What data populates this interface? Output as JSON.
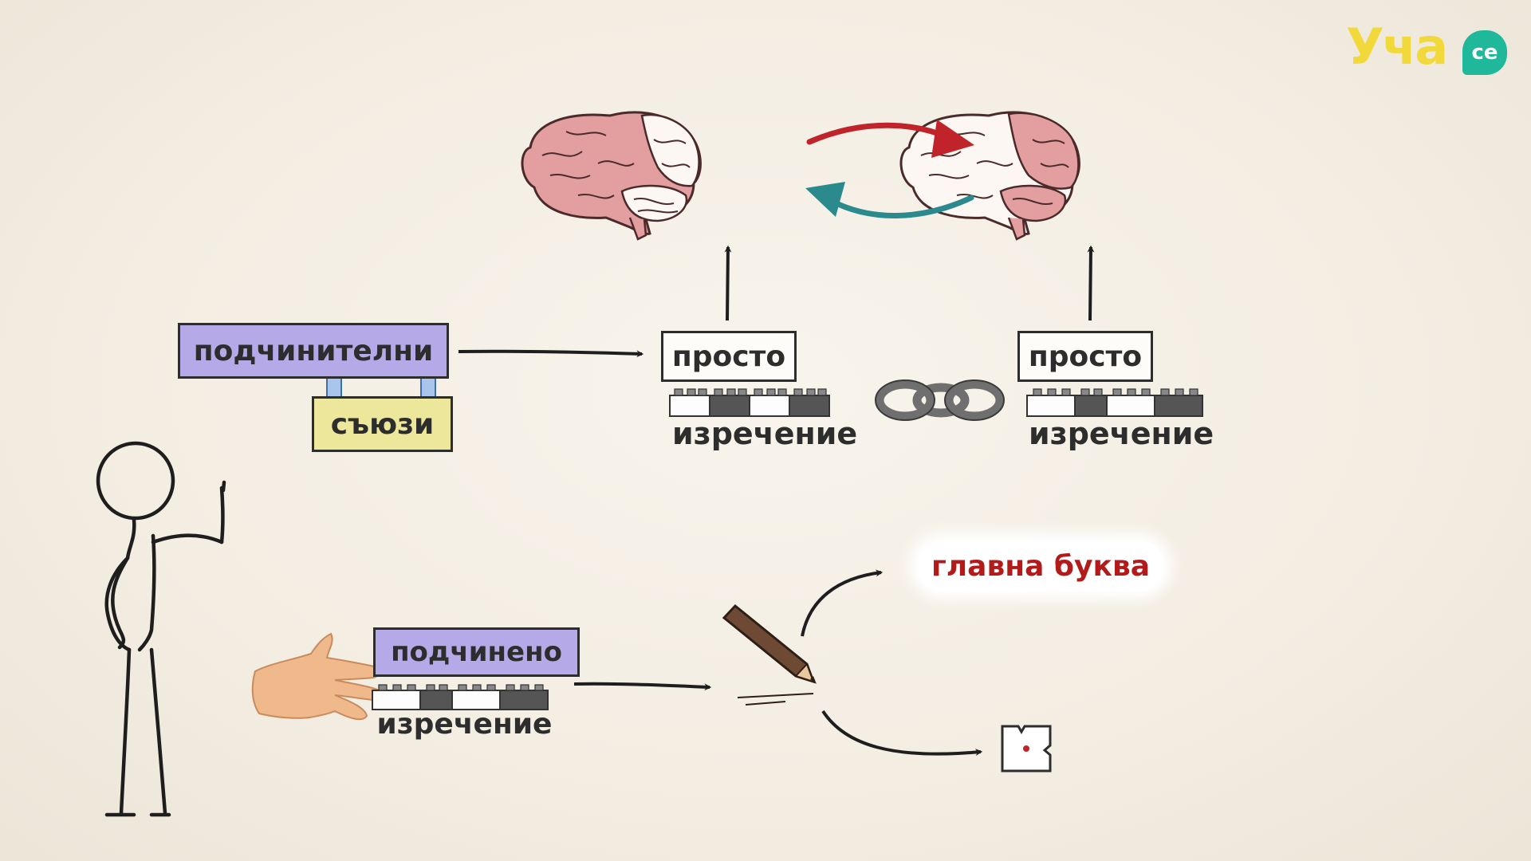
{
  "logo": {
    "text": "Уча",
    "badge": "се"
  },
  "labels": {
    "conjunctions_top": "подчинителни",
    "conjunctions_bottom": "съюзи",
    "simple_left": "просто",
    "simple_right": "просто",
    "subordinate": "подчинено"
  },
  "captions": {
    "sentence_left": "изречение",
    "sentence_right": "изречение",
    "sentence_bottom": "изречение"
  },
  "callout": {
    "text": "главна буква"
  },
  "colors": {
    "background": "#f5f0e6",
    "accent_red": "#b31b1b",
    "arrow_teal": "#2a8a8e",
    "label_purple": "#b5a9e8",
    "label_yellow": "#ece79b",
    "logo_yellow": "#f2d93b",
    "logo_green": "#1fb89a",
    "brain_pink": "#e39ea0"
  },
  "icons": [
    "brain-icon",
    "chain-icon",
    "stick-figure",
    "hand-icon",
    "pencil-icon",
    "brick-icon",
    "tape-icon",
    "period-card-icon",
    "arrow-icon"
  ]
}
